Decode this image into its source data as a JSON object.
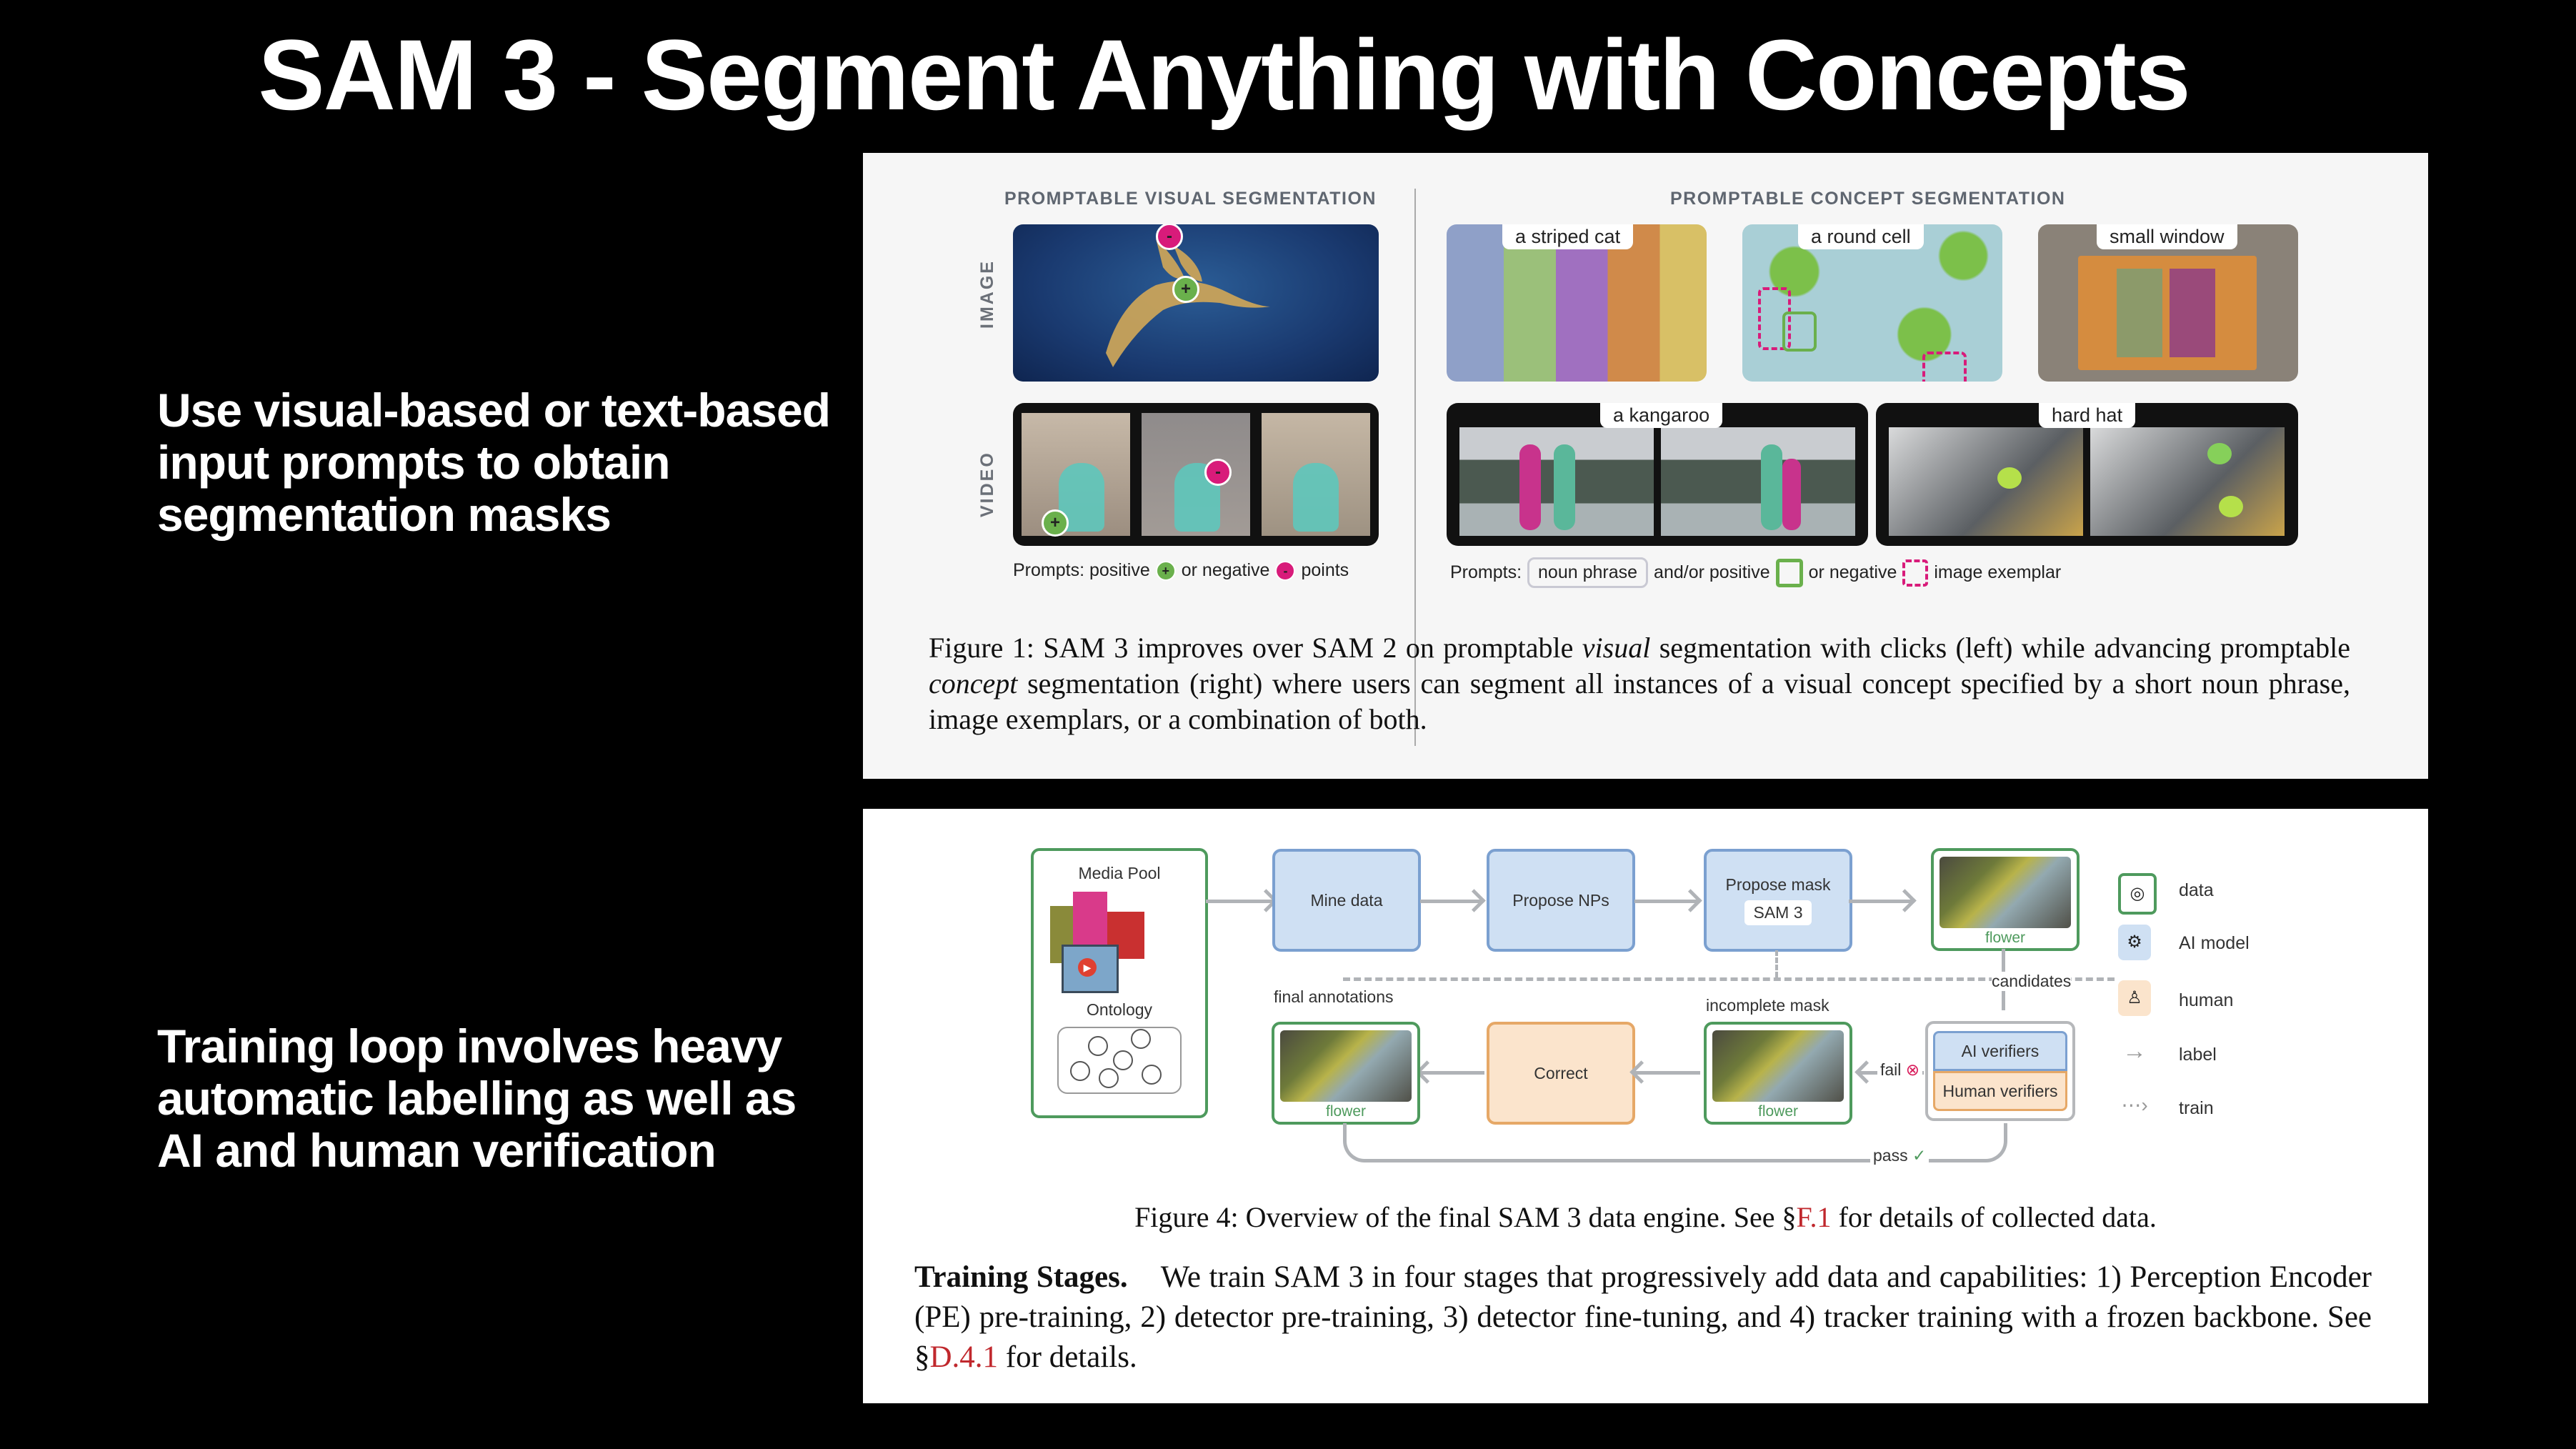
{
  "slide": {
    "title": "SAM 3 - Segment Anything with Concepts",
    "side_text_1": "Use visual-based or text-based input prompts to obtain segmentation masks",
    "side_text_2": "Training loop involves heavy automatic labelling as well as AI and human verification"
  },
  "figure1": {
    "left_heading": "PROMPTABLE VISUAL SEGMENTATION",
    "right_heading": "PROMPTABLE CONCEPT SEGMENTATION",
    "row_labels": [
      "IMAGE",
      "VIDEO"
    ],
    "point_positive": "+",
    "point_negative": "-",
    "concept_tags": [
      "a striped cat",
      "a round cell",
      "small window",
      "a kangaroo",
      "hard hat"
    ],
    "left_legend": {
      "prefix": "Prompts: positive",
      "middle": "or negative",
      "suffix": "points"
    },
    "right_legend": {
      "prefix": "Prompts:",
      "chip": "noun phrase",
      "mid1": "and/or positive",
      "mid2": "or negative",
      "suffix": "image exemplar"
    },
    "caption_parts": {
      "a": "Figure 1: SAM 3 improves over SAM 2 on promptable ",
      "b": "visual",
      "c": " segmentation with clicks (left) while advancing promptable ",
      "d": "concept",
      "e": " segmentation (right) where users can segment all instances of a visual concept specified by a short noun phrase, image exemplars, or a combination of both."
    },
    "colors": {
      "positive": "#6ab04c",
      "negative": "#d81b7a"
    }
  },
  "figure4": {
    "media_pool": "Media Pool",
    "ontology": "Ontology",
    "mine_data": "Mine data",
    "propose_nps": "Propose NPs",
    "propose_mask": "Propose mask",
    "sam3": "SAM 3",
    "flower": "flower",
    "candidates": "candidates",
    "final_annotations": "final annotations",
    "incomplete_mask": "incomplete mask",
    "correct": "Correct",
    "ai_verifiers": "AI verifiers",
    "human_verifiers": "Human verifiers",
    "fail": "fail",
    "pass": "pass",
    "legend": [
      "data",
      "AI model",
      "human",
      "label",
      "train"
    ],
    "caption_a": "Figure 4: Overview of the final SAM 3 data engine. See §",
    "caption_ref": "F.1",
    "caption_b": " for details of collected data."
  },
  "training": {
    "heading": "Training Stages.",
    "body_a": "We train SAM 3 in four stages that progressively add data and capabilities: 1) Perception Encoder (PE) pre-training, 2) detector pre-training, 3) detector fine-tuning, and 4) tracker training with a frozen backbone. See §",
    "ref": "D.4.1",
    "body_b": " for details."
  }
}
